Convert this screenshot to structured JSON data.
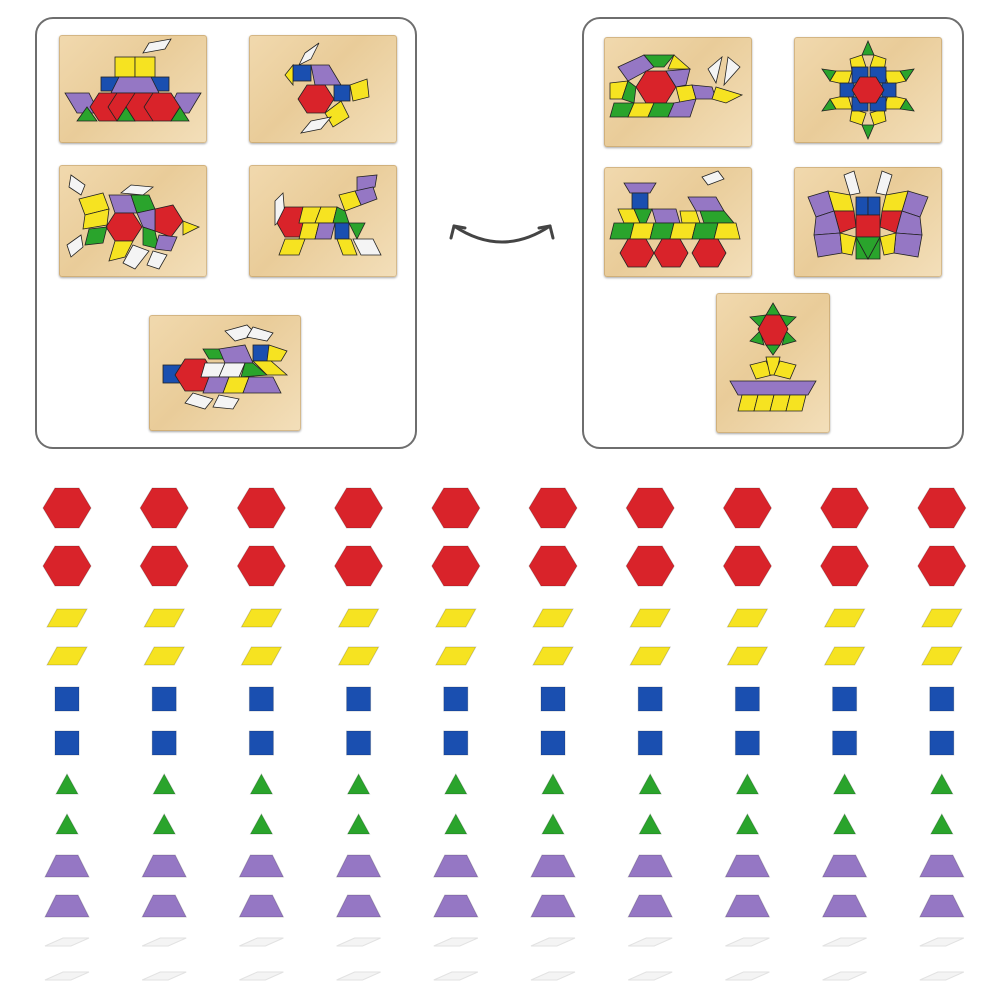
{
  "colors": {
    "red": "#d9232a",
    "yellow": "#f6e321",
    "blue": "#1a4fb0",
    "green": "#2aa42c",
    "purple": "#9577c4",
    "white": "#f4f4f4",
    "board_wood": "#ecd09f",
    "panel_border": "#6e6e6e"
  },
  "left_panel": {
    "boards": [
      "boat",
      "bird",
      "fish",
      "dog",
      "rabbit"
    ]
  },
  "right_panel": {
    "boards": [
      "whale",
      "star-flower",
      "train",
      "butterfly",
      "flower-pot"
    ]
  },
  "swap_icon": "double-arrow-curved-icon",
  "pieces": {
    "columns": 10,
    "rows": [
      {
        "shape": "hexagon",
        "color": "red"
      },
      {
        "shape": "hexagon",
        "color": "red"
      },
      {
        "shape": "rhombus",
        "color": "yellow"
      },
      {
        "shape": "rhombus",
        "color": "yellow"
      },
      {
        "shape": "square",
        "color": "blue"
      },
      {
        "shape": "square",
        "color": "blue"
      },
      {
        "shape": "triangle",
        "color": "green"
      },
      {
        "shape": "triangle",
        "color": "green"
      },
      {
        "shape": "trapezoid",
        "color": "purple"
      },
      {
        "shape": "trapezoid",
        "color": "purple"
      },
      {
        "shape": "thin-rhombus",
        "color": "white"
      },
      {
        "shape": "thin-rhombus",
        "color": "white"
      }
    ]
  }
}
